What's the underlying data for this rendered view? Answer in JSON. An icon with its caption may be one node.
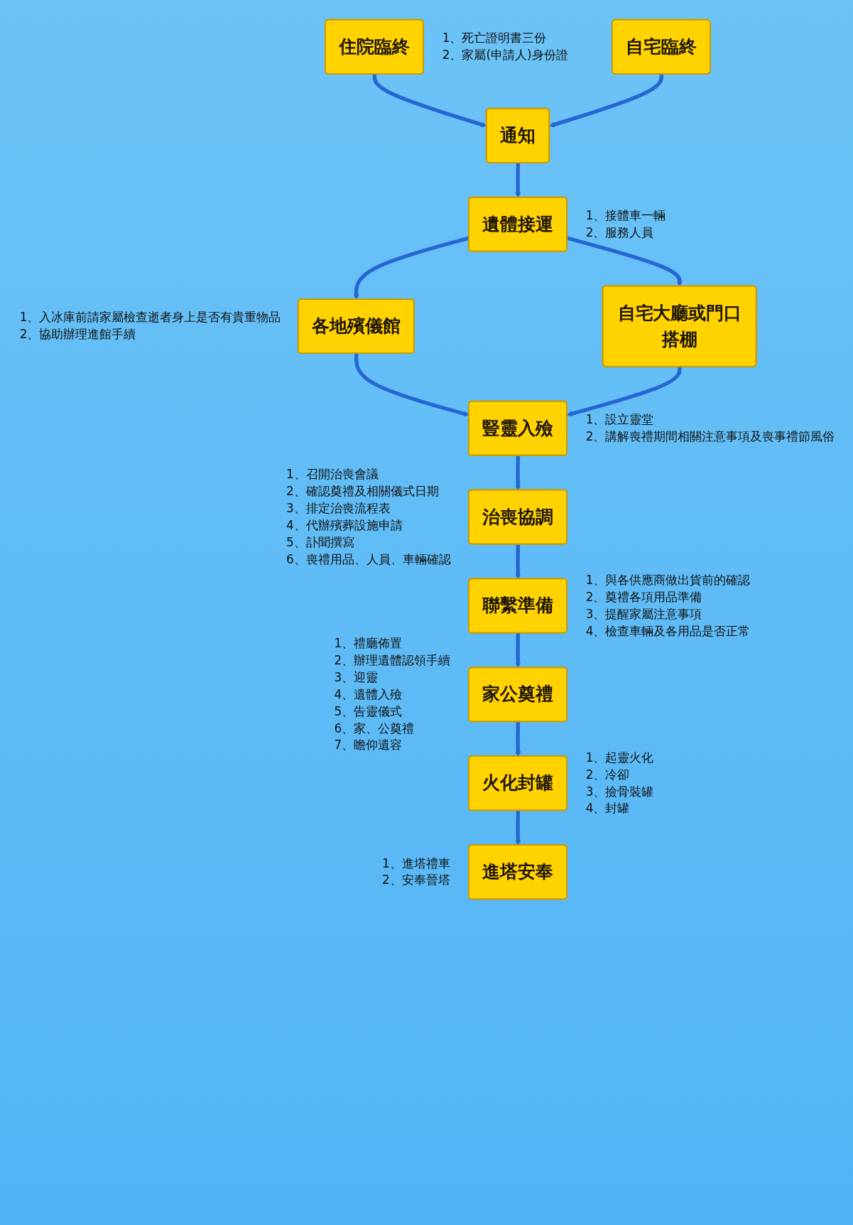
{
  "diagram": {
    "nodes": [
      {
        "text": [
          "住院臨終"
        ],
        "beside": [
          "1、死亡證明書三份",
          "2、家屬(申請人)身份證"
        ]
      },
      {
        "text": [
          "自宅臨終"
        ]
      },
      {
        "text": [
          "通知"
        ]
      },
      {
        "text": [
          "遺體接運"
        ],
        "beside": [
          "1、接體車一輛",
          "2、服務人員"
        ]
      },
      {
        "text": [
          "各地殯儀館"
        ],
        "beside": [
          "1、入冰庫前請家屬檢查逝者身上是否有貴重物品",
          "2、協助辦理進館手續"
        ]
      },
      {
        "text": [
          "自宅大廳或門口搭棚"
        ]
      },
      {
        "text": [
          "豎靈入殮"
        ],
        "beside": [
          "1、設立靈堂",
          "2、講解喪禮期間相關注意事項及喪事禮節風俗"
        ]
      },
      {
        "text": [
          "治喪協調"
        ],
        "beside": [
          "1、召開治喪會議",
          "2、確認奠禮及相關儀式日期",
          "3、排定治喪流程表",
          "4、代辦殯葬設施申請",
          "5、訃聞撰寫",
          "6、喪禮用品、人員、車輛確認"
        ]
      },
      {
        "text": [
          "聯繫準備"
        ],
        "beside": [
          "1、與各供應商做出貨前的確認",
          "2、奠禮各項用品準備",
          "3、提醒家屬注意事項",
          "4、檢查車輛及各用品是否正常"
        ]
      },
      {
        "text": [
          "家公奠禮"
        ],
        "beside": [
          "1、禮廳佈置",
          "2、辦理遺體認領手續",
          "3、迎靈",
          "4、遺體入殮",
          "5、告靈儀式",
          "6、家、公奠禮",
          "7、瞻仰遺容"
        ]
      },
      {
        "text": [
          "火化封罐"
        ],
        "beside": [
          "1、起靈火化",
          "2、冷卻",
          "3、撿骨裝罐",
          "4、封罐"
        ]
      },
      {
        "text": [
          "進塔安奉"
        ],
        "beside": [
          "1、進塔禮車",
          "2、安奉晉塔"
        ]
      }
    ],
    "edges": [
      {
        "from": 0,
        "to": 2,
        "arrow": "to"
      },
      {
        "from": 1,
        "to": 2,
        "arrow": "to"
      },
      {
        "from": 2,
        "to": 3,
        "arrow": "to"
      },
      {
        "from": 3,
        "to": 4,
        "arrow": "to"
      },
      {
        "from": 3,
        "to": 5,
        "arrow": "to"
      },
      {
        "from": 4,
        "to": 6,
        "arrow": "to"
      },
      {
        "from": 5,
        "to": 6,
        "arrow": "to"
      },
      {
        "from": 6,
        "to": 7,
        "arrow": "to"
      },
      {
        "from": 7,
        "to": 8,
        "arrow": "to"
      },
      {
        "from": 8,
        "to": 9,
        "arrow": "to"
      },
      {
        "from": 9,
        "to": 10,
        "arrow": "to"
      },
      {
        "from": 10,
        "to": 11,
        "arrow": "to"
      }
    ]
  }
}
